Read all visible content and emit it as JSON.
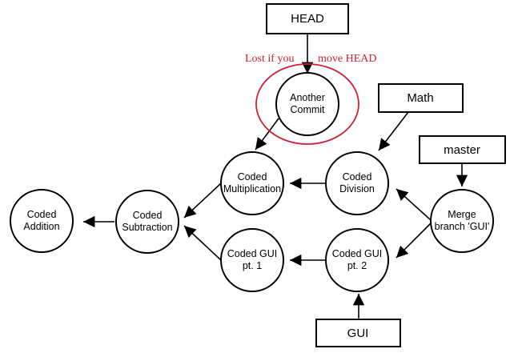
{
  "colors": {
    "warning": "#cc2233",
    "stroke": "#000000",
    "background": "#ffffff"
  },
  "warning": {
    "left": "Lost if you",
    "right": "move HEAD"
  },
  "refs": {
    "head": "HEAD",
    "math": "Math",
    "master": "master",
    "gui": "GUI"
  },
  "commits": {
    "another_commit": [
      "Another",
      "Commit"
    ],
    "coded_multiplication": [
      "Coded",
      "Multiplication"
    ],
    "coded_division": [
      "Coded",
      "Division"
    ],
    "coded_addition": [
      "Coded",
      "Addition"
    ],
    "coded_subtraction": [
      "Coded",
      "Subtraction"
    ],
    "merge_branch_gui": [
      "Merge",
      "branch 'GUI'"
    ],
    "coded_gui_pt1": [
      "Coded GUI",
      "pt. 1"
    ],
    "coded_gui_pt2": [
      "Coded GUI",
      "pt. 2"
    ]
  }
}
